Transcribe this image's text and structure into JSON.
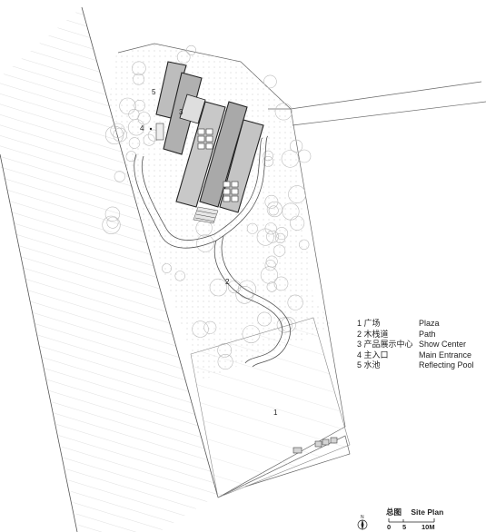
{
  "plan_labels": {
    "plaza": "1",
    "path": "2",
    "show_center": "3",
    "main_entrance": "4",
    "reflecting_pool": "5"
  },
  "legend": [
    {
      "zh": "1 广场",
      "en": "Plaza"
    },
    {
      "zh": "2 木栈道",
      "en": "Path"
    },
    {
      "zh": "3 产品展示中心",
      "en": "Show Center"
    },
    {
      "zh": "4 主入口",
      "en": "Main Entrance"
    },
    {
      "zh": "5 水池",
      "en": "Reflecting Pool"
    }
  ],
  "title": {
    "zh": "总图",
    "en": "Site Plan"
  },
  "scale": {
    "ticks": [
      "0",
      "5",
      "10M"
    ]
  },
  "north": {
    "label": "N"
  },
  "colors": {
    "building_dark": "#a9a9a9",
    "building_mid": "#c4c4c4",
    "building_light": "#d9d9d9",
    "line": "#333333",
    "tree": "#bbbbbb"
  }
}
